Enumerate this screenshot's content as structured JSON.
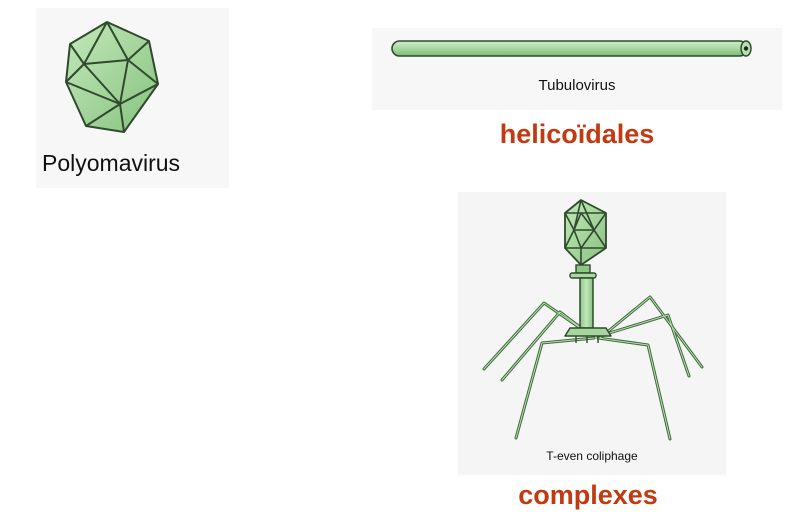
{
  "labels": {
    "polyomavirus": "Polyomavirus",
    "tubulovirus": "Tubulovirus",
    "t_even_coliphage": "T-even coliphage"
  },
  "categories": {
    "helical": "helicoïdales",
    "complex": "complexes"
  },
  "colors": {
    "capsid_fill": "#a8d9a0",
    "capsid_stroke": "#2f4a2c",
    "category_text": "#c23a11"
  }
}
